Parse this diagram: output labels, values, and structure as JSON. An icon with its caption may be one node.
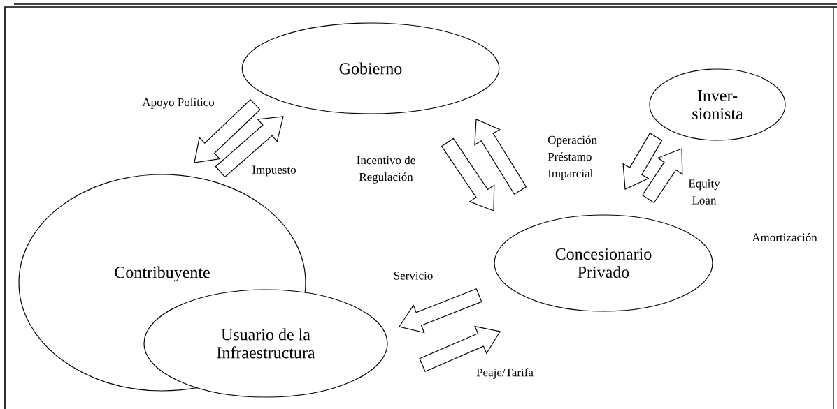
{
  "diagram": {
    "nodes": [
      {
        "text": [
          "Gobierno"
        ]
      },
      {
        "text": [
          "Inver- sionista"
        ]
      },
      {
        "text": [
          "Contribuyente"
        ]
      },
      {
        "text": [
          "Usuario de la Infraestructura"
        ]
      },
      {
        "text": [
          "Concesionario Privado"
        ]
      }
    ],
    "edges": [
      {
        "from": 0,
        "to": 2,
        "arrow": "to",
        "label": "Apoyo Político"
      },
      {
        "from": 2,
        "to": 0,
        "arrow": "to",
        "label": "Impuesto"
      },
      {
        "from": 0,
        "to": 4,
        "arrow": "to",
        "label": "Incentivo de Regulación"
      },
      {
        "from": 4,
        "to": 0,
        "arrow": "to"
      },
      {
        "from": 1,
        "to": 4,
        "arrow": "to",
        "label": "Operación Préstamo Imparcial"
      },
      {
        "from": 4,
        "to": 1,
        "arrow": "to",
        "label": "Equity Loan"
      },
      {
        "from": 4,
        "to": 3,
        "arrow": "to",
        "label": "Servicio"
      },
      {
        "from": 3,
        "to": 4,
        "arrow": "to",
        "label": "Peaje/Tarifa"
      }
    ],
    "labels": [
      "Amortización"
    ]
  }
}
